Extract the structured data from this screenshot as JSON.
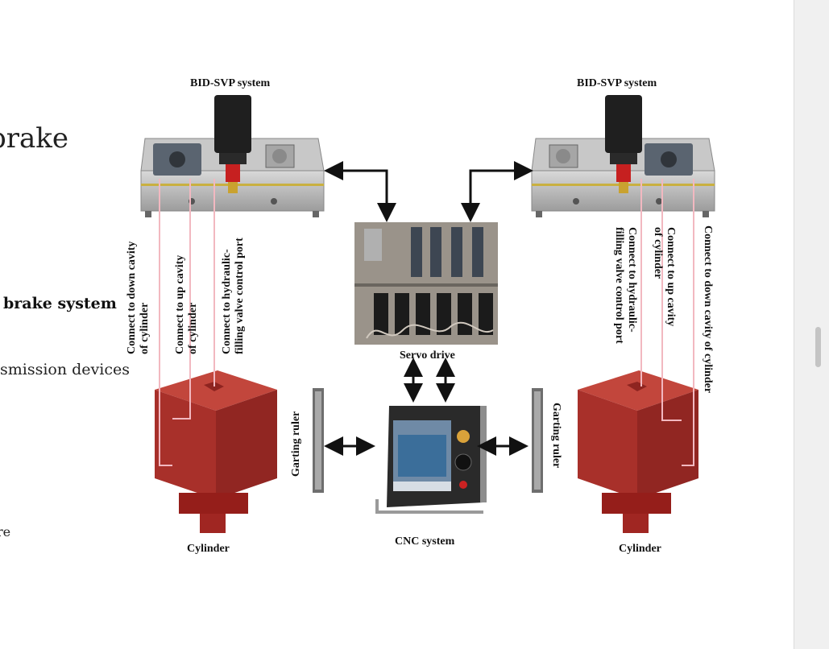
{
  "doc": {
    "heading_fragment": "brake",
    "bold_fragment": "brake system",
    "line_fragment": "smission devices",
    "small_fragment": "re"
  },
  "diagram": {
    "left_system_label": "BID-SVP system",
    "right_system_label": "BID-SVP system",
    "servo_label": "Servo drive",
    "cnc_label": "CNC system",
    "left_cylinder_label": "Cylinder",
    "right_cylinder_label": "Cylinder",
    "left_ruler_label": "Garting ruler",
    "right_ruler_label": "Garting ruler",
    "left_connections": {
      "down_1": "Connect to down cavity",
      "down_2": "of cylinder",
      "up_1": "Connect to up cavity",
      "up_2": "of cylinder",
      "valve_1": "Connect to hydraulic-",
      "valve_2": "filling valve control port"
    },
    "right_connections": {
      "valve_1": "Connect to hydraulic-",
      "valve_2": "filling valve control port",
      "up_1": "Connect to up cavity",
      "up_2": "of cylinder",
      "down_1": "Connect to down cavity of cylinder"
    }
  },
  "colors": {
    "cylinder_red": "#b5302a",
    "pipe_pink": "#f2b8c0",
    "arrow": "#111111"
  }
}
